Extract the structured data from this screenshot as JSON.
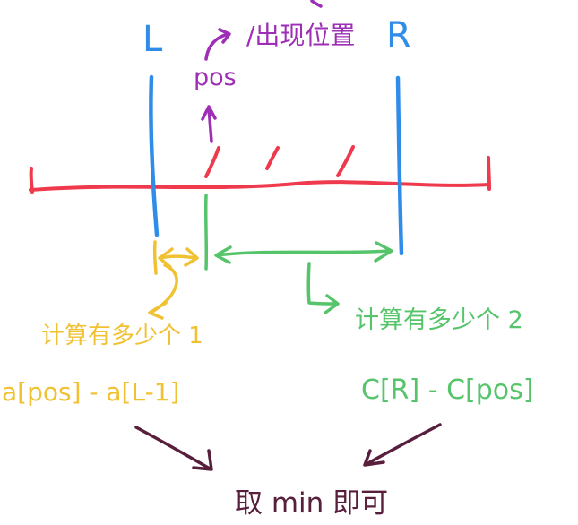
{
  "colors": {
    "red": "#ee3a4c",
    "blue": "#2f8ce8",
    "purple": "#9d2eb5",
    "yellow": "#f0c233",
    "green": "#56c46a",
    "maroon": "#571f3c"
  },
  "labels": {
    "left_bound": "L",
    "right_bound": "R",
    "pos": "pos",
    "occurrence_note": "/出现位置",
    "count_left": "计算有多少个 1",
    "count_right": "计算有多少个 2",
    "formula_left": "a[pos] - a[L-1]",
    "formula_right": "C[R] - C[pos]",
    "conclusion": "取 min 即可"
  }
}
